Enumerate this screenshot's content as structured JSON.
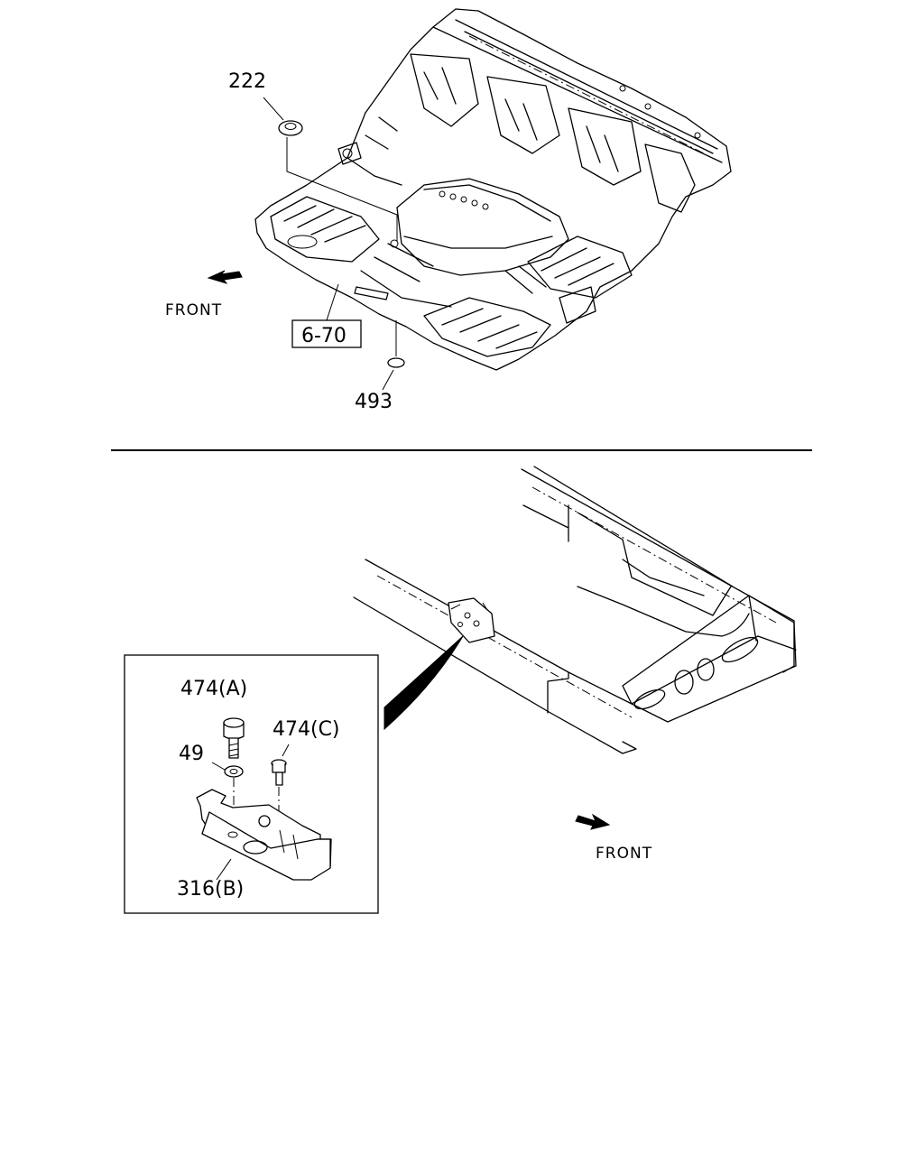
{
  "upper_view": {
    "callouts": {
      "grommet_222": "222",
      "floor_ref": "6-70",
      "plug_493": "493"
    },
    "front_label": "FRONT"
  },
  "lower_view": {
    "detail_callouts": {
      "bolt_474a": "474(A)",
      "washer_49": "49",
      "bolt_474c": "474(C)",
      "bracket_316b": "316(B)"
    },
    "front_label": "FRONT"
  }
}
